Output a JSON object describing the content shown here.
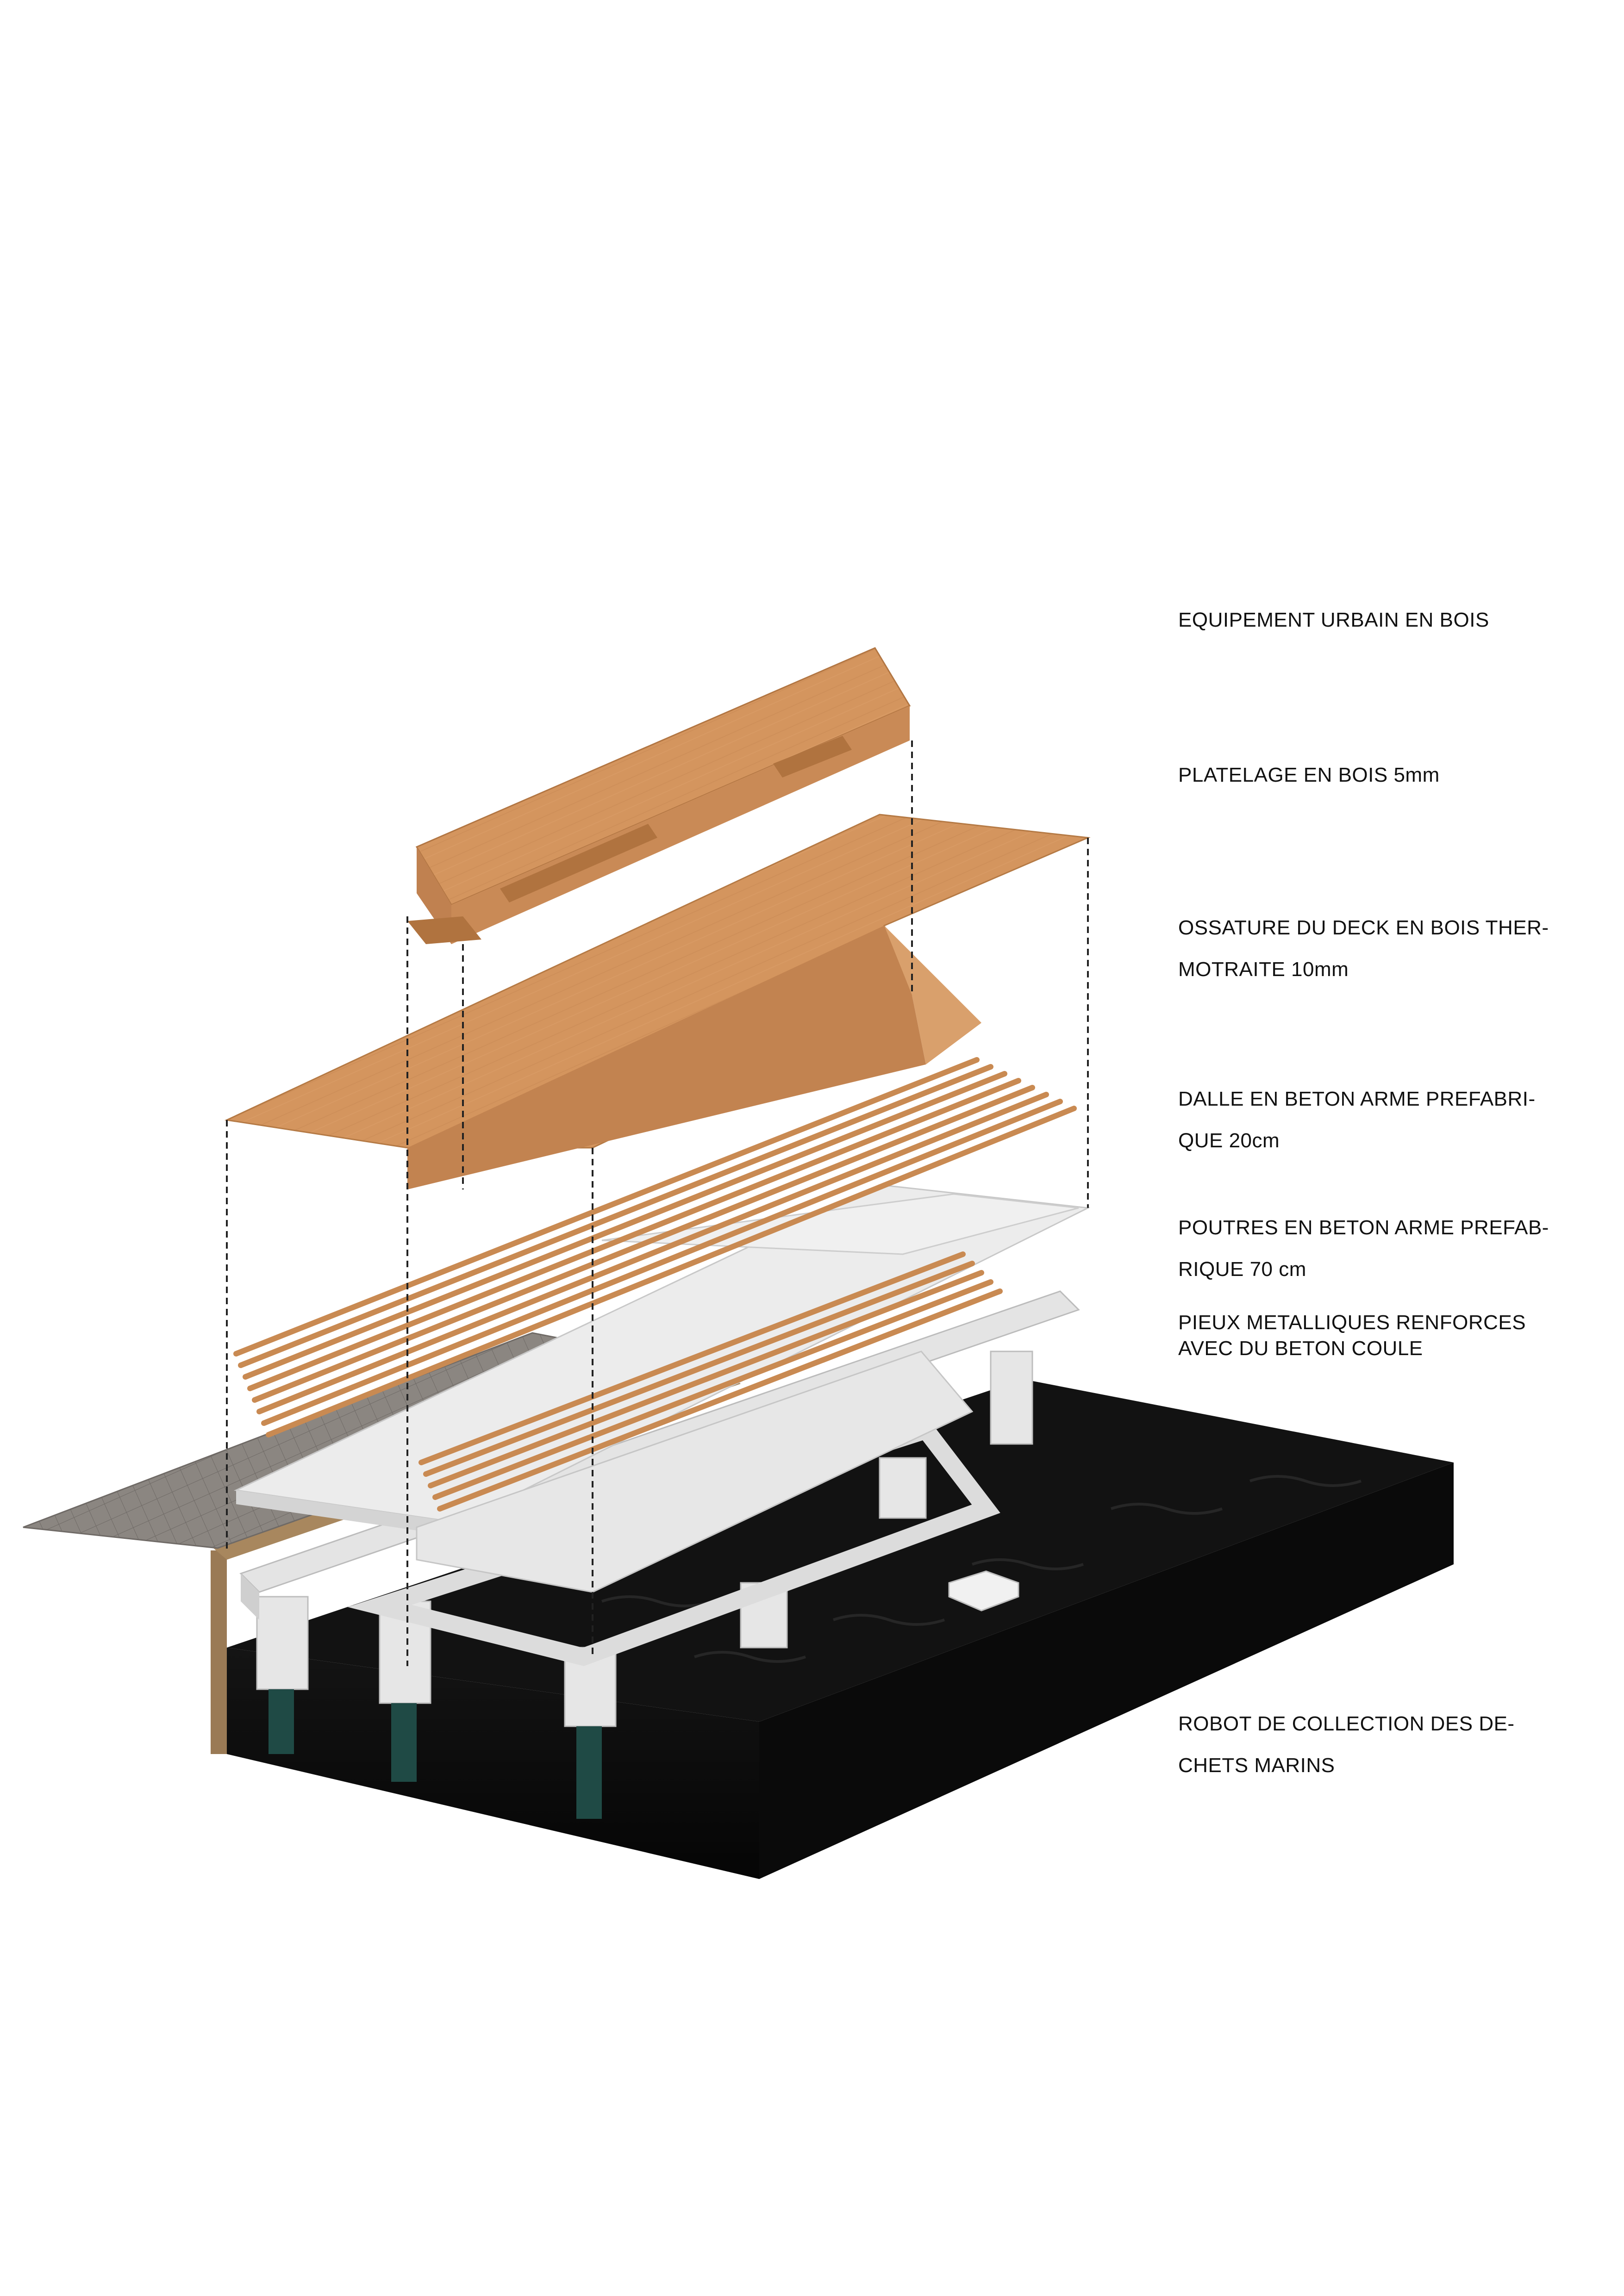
{
  "diagram": {
    "labels": {
      "equipement": [
        "EQUIPEMENT URBAIN EN BOIS"
      ],
      "platelage": [
        "PLATELAGE EN BOIS 5mm"
      ],
      "ossature": [
        "OSSATURE DU DECK EN BOIS THER-",
        "MOTRAITE 10mm"
      ],
      "dalle": [
        "DALLE EN BETON ARME PREFABRI-",
        "QUE 20cm"
      ],
      "poutres": [
        "POUTRES EN BETON ARME PREFAB-",
        "RIQUE 70 cm"
      ],
      "pieux": [
        "PIEUX METALLIQUES RENFORCES",
        "AVEC DU BETON COULE"
      ],
      "robot": [
        "ROBOT DE COLLECTION DES DE-",
        "CHETS MARINS"
      ]
    },
    "colors": {
      "wood": "#d4955e",
      "wood_dark": "#b97a45",
      "wood_light": "#e0ad78",
      "concrete": "#e9e9e9",
      "concrete_shade": "#c9c9c9",
      "water": "#0e0e0e",
      "pavement": "#8a8580",
      "soil": "#9a7a55",
      "pile_water": "#1f4a45"
    }
  }
}
